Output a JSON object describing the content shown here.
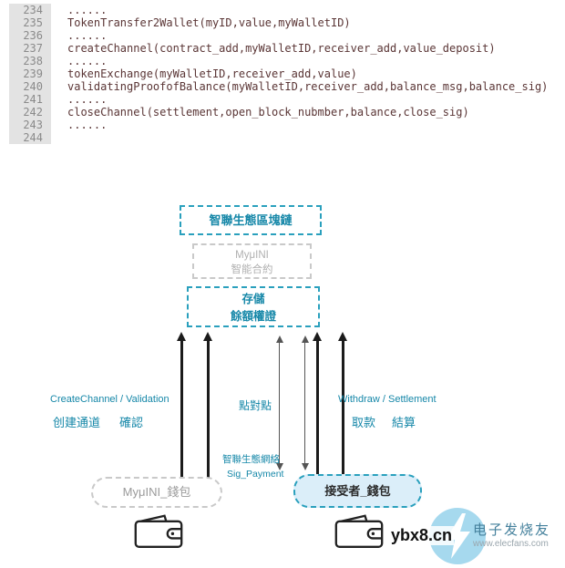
{
  "code": {
    "lines": [
      {
        "num": "234",
        "text": "......"
      },
      {
        "num": "235",
        "text": "TokenTransfer2Wallet(myID,value,myWalletID)"
      },
      {
        "num": "236",
        "text": "......"
      },
      {
        "num": "237",
        "text": "createChannel(contract_add,myWalletID,receiver_add,value_deposit)"
      },
      {
        "num": "238",
        "text": "......"
      },
      {
        "num": "239",
        "text": "tokenExchange(myWalletID,receiver_add,value)"
      },
      {
        "num": "240",
        "text": "validatingProofofBalance(myWalletID,receiver_add,balance_msg,balance_sig)"
      },
      {
        "num": "241",
        "text": "......"
      },
      {
        "num": "242",
        "text": "closeChannel(settlement,open_block_nubmber,balance,close_sig)"
      },
      {
        "num": "243",
        "text": "......"
      },
      {
        "num": "244",
        "text": ""
      }
    ]
  },
  "diagram": {
    "blockchain_box": "智聯生態區塊鏈",
    "contract_line1": "MyμINI",
    "contract_line2": "智能合約",
    "storage_line1": "存儲",
    "storage_line2": "餘額權證",
    "left_en": "CreateChannel / Validation",
    "left_zh_1": "创建通道",
    "left_zh_2": "確認",
    "p2p": "點對點",
    "right_en": "Withdraw / Settlement",
    "right_zh_1": "取款",
    "right_zh_2": "結算",
    "network": "智聯生態網絡",
    "sig": "Sig_Payment",
    "left_wallet": "MyμINI_錢包",
    "right_wallet": "接受者_錢包"
  },
  "watermark": {
    "site": "ybx8.cn",
    "brand": "电子发烧友",
    "url": "www.elecfans.com"
  },
  "colors": {
    "teal_text": "#1587a8",
    "teal_border": "#2aa0bd",
    "gray_border": "#c9c9c9",
    "code_text": "#5a3535",
    "gutter_bg": "#e3e3e3",
    "wallet_fill": "#dbeef9",
    "logo_blue": "#a6d9ee"
  }
}
